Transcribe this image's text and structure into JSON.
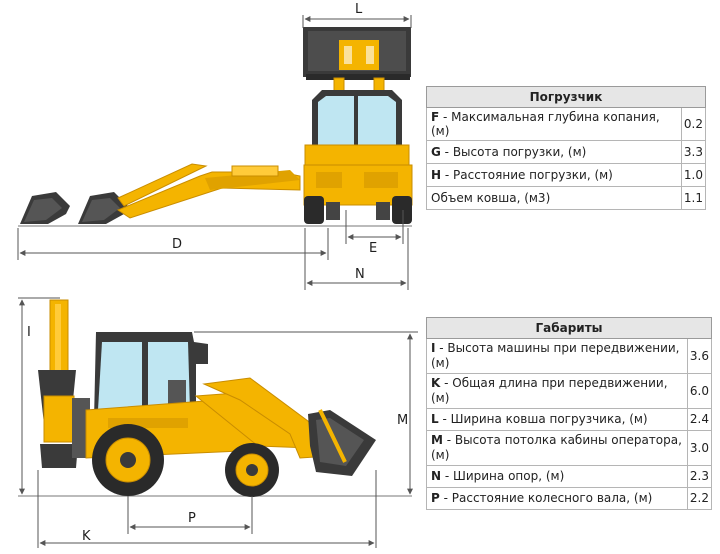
{
  "dimension_labels": {
    "L": "L",
    "D": "D",
    "E": "E",
    "N": "N",
    "I": "I",
    "M": "M",
    "P": "P",
    "K": "K"
  },
  "loader_table": {
    "title": "Погрузчик",
    "rows": [
      {
        "key": "F",
        "text": " - Максимальная глубина копания, (м)",
        "value": "0.2"
      },
      {
        "key": "G",
        "text": " - Высота погрузки, (м)",
        "value": "3.3"
      },
      {
        "key": "H",
        "text": " - Расстояние погрузки, (м)",
        "value": "1.0"
      },
      {
        "key": "",
        "text": "Объем ковша, (м3)",
        "value": "1.1"
      }
    ]
  },
  "dimensions_table": {
    "title": "Габариты",
    "rows": [
      {
        "key": "I",
        "text": " - Высота машины при передвижении, (м)",
        "value": "3.6"
      },
      {
        "key": "K",
        "text": " - Общая длина при передвижении, (м)",
        "value": "6.0"
      },
      {
        "key": "L",
        "text": " - Ширина ковша погрузчика, (м)",
        "value": "2.4"
      },
      {
        "key": "M",
        "text": " - Высота потолка кабины оператора, (м)",
        "value": "3.0"
      },
      {
        "key": "N",
        "text": " - Ширина опор, (м)",
        "value": "2.3"
      },
      {
        "key": "P",
        "text": " - Расстояние колесного вала, (м)",
        "value": "2.2"
      }
    ]
  },
  "colors": {
    "machine_yellow": "#f4b400",
    "machine_dark": "#3a3a3a",
    "glass": "#bfe6f2",
    "dimension_line": "#555555"
  }
}
